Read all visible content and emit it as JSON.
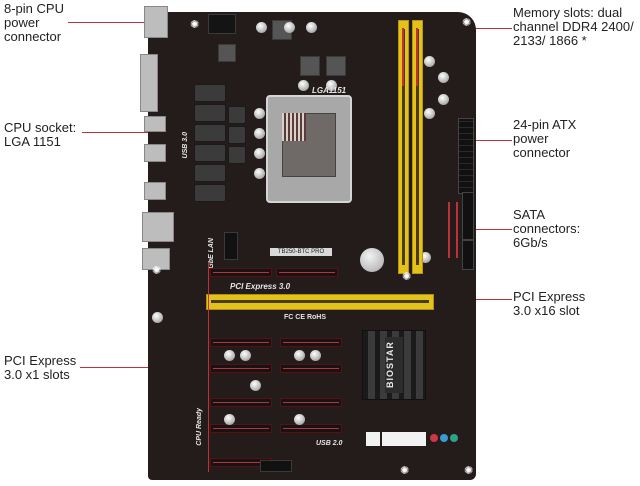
{
  "diagram": {
    "subject": "BIOSTAR TB250-BTC PRO motherboard",
    "colors": {
      "leader_line": "#c0303a",
      "board": "#231c1a",
      "dimm_slot": "#e5c21a",
      "pcie_x16_slot": "#e2c21c"
    }
  },
  "callouts": {
    "left": [
      {
        "id": "cpu-power",
        "text": "8-pin CPU\npower\nconnector"
      },
      {
        "id": "cpu-socket",
        "text": "CPU socket:\nLGA 1151"
      },
      {
        "id": "pcie-x1",
        "text": "PCI Express\n3.0 x1 slots"
      }
    ],
    "right": [
      {
        "id": "memory",
        "text": "Memory slots: dual\nchannel DDR4 2400/\n2133/ 1866 *"
      },
      {
        "id": "atx-power",
        "text": "24-pin ATX\npower\nconnector"
      },
      {
        "id": "sata",
        "text": "SATA\nconnectors:\n6Gb/s"
      },
      {
        "id": "pcie-x16",
        "text": "PCI Express\n3.0 x16 slot"
      }
    ]
  },
  "board_silkscreen": {
    "socket": "LGA1151",
    "usb_rear": "USB 3.0",
    "lan": "GbE LAN",
    "pcie": "PCI Express 3.0",
    "model": "TB250-BTC PRO",
    "heatsink_brand": "BIOSTAR",
    "usb_front": "USB 2.0",
    "fan_label": "CPU Ready",
    "certifications": "FC CE RoHS"
  }
}
